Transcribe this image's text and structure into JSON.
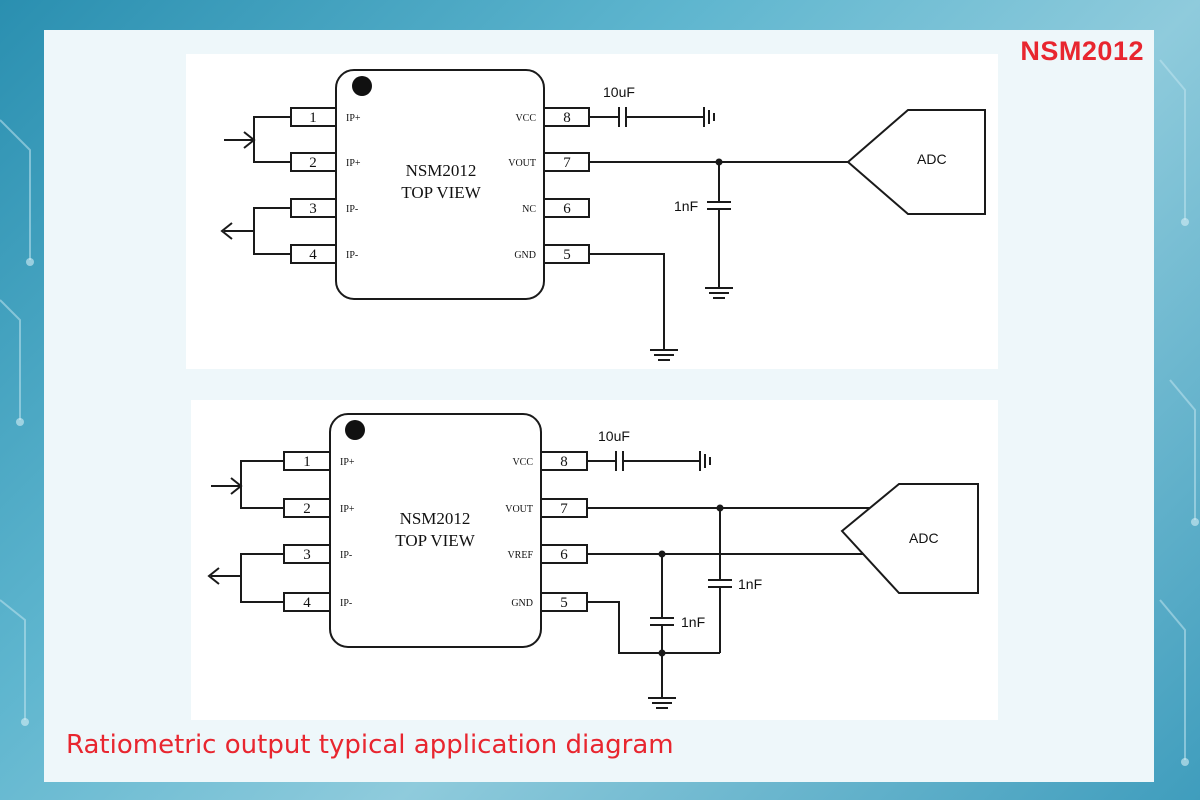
{
  "brand": "NSM2012",
  "caption": "Ratiometric output typical application diagram",
  "colors": {
    "accent": "#e8262f",
    "wire": "#1a1a1a",
    "panel": "#eef7fa"
  },
  "diagram1": {
    "chip_name": "NSM2012",
    "chip_view": "TOP VIEW",
    "pins_left": [
      {
        "num": "1",
        "label": "IP+"
      },
      {
        "num": "2",
        "label": "IP+"
      },
      {
        "num": "3",
        "label": "IP-"
      },
      {
        "num": "4",
        "label": "IP-"
      }
    ],
    "pins_right": [
      {
        "num": "8",
        "label": "VCC"
      },
      {
        "num": "7",
        "label": "VOUT"
      },
      {
        "num": "6",
        "label": "NC"
      },
      {
        "num": "5",
        "label": "GND"
      }
    ],
    "cap_vcc": "10uF",
    "cap_out": "1nF",
    "adc": "ADC"
  },
  "diagram2": {
    "chip_name": "NSM2012",
    "chip_view": "TOP VIEW",
    "pins_left": [
      {
        "num": "1",
        "label": "IP+"
      },
      {
        "num": "2",
        "label": "IP+"
      },
      {
        "num": "3",
        "label": "IP-"
      },
      {
        "num": "4",
        "label": "IP-"
      }
    ],
    "pins_right": [
      {
        "num": "8",
        "label": "VCC"
      },
      {
        "num": "7",
        "label": "VOUT"
      },
      {
        "num": "6",
        "label": "VREF"
      },
      {
        "num": "5",
        "label": "GND"
      }
    ],
    "cap_vcc": "10uF",
    "cap_out": "1nF",
    "cap_ref": "1nF",
    "adc": "ADC"
  }
}
